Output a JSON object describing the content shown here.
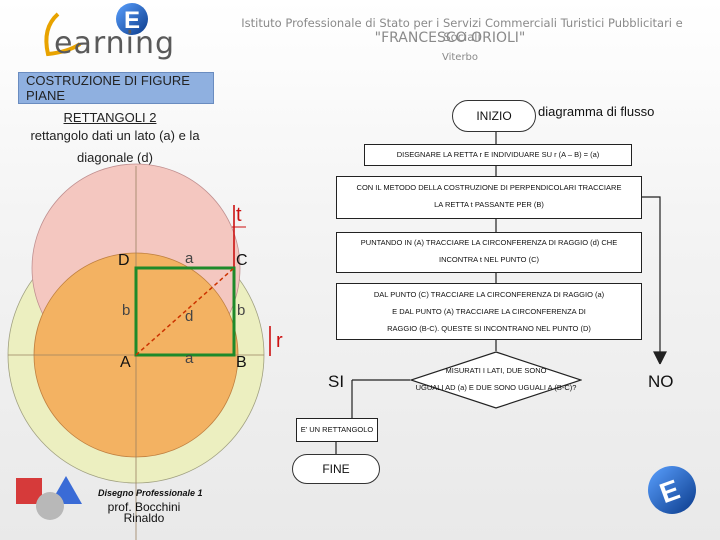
{
  "header": {
    "logo_word": "earning",
    "institute_line1": "Istituto Professionale di Stato per i Servizi Commerciali Turistici Pubblicitari e Sociali",
    "institute_name": "\"FRANCESCO ORIOLI\"",
    "institute_city": "Viterbo"
  },
  "lesson": {
    "title_line1": "COSTRUZIONE DI FIGURE",
    "title_line2": "PIANE",
    "subtitle": "RETTANGOLI 2",
    "desc_line1": "rettangolo dati un lato (a) e la",
    "desc_line2": "diagonale (d)"
  },
  "figure": {
    "label_t": "t",
    "label_r": "r",
    "label_D": "D",
    "label_C": "C",
    "label_A": "A",
    "label_B": "B",
    "label_a_top": "a",
    "label_a_bottom": "a",
    "label_b_left": "b",
    "label_b_right": "b",
    "label_d": "d"
  },
  "flowchart": {
    "title": "diagramma di flusso",
    "start": "INIZIO",
    "step1": "DISEGNARE LA RETTA r E INDIVIDUARE SU r (A – B) = (a)",
    "step2_line1": "CON IL METODO DELLA COSTRUZIONE DI PERPENDICOLARI TRACCIARE",
    "step2_line2": "LA RETTA t PASSANTE PER (B)",
    "step3_line1": "PUNTANDO IN (A) TRACCIARE LA CIRCONFERENZA DI RAGGIO (d) CHE",
    "step3_line2": "INCONTRA t NEL PUNTO (C)",
    "step4_line1": "DAL PUNTO (C) TRACCIARE LA CIRCONFERENZA DI RAGGIO (a)",
    "step4_line2": "E DAL PUNTO (A) TRACCIARE LA CIRCONFERENZA DI",
    "step4_line3": "RAGGIO (B-C). QUESTE SI INCONTRANO NEL PUNTO (D)",
    "decision_line1": "MISURATI I LATI, DUE SONO",
    "decision_line2": "UGUALI AD (a) E DUE SONO UGUALI A (B-C)?",
    "yes": "SI",
    "no": "NO",
    "result": "E' UN RETTANGOLO",
    "end": "FINE"
  },
  "footer": {
    "course": "Disegno Professionale 1",
    "author_line1": "prof. Bocchini",
    "author_line2": "Rinaldo"
  },
  "colors": {
    "outer_circle": "#ecefc0",
    "pink_circle": "#f4c7c0",
    "orange_circle": "#f3b262",
    "rectangle": "#1e8a2a",
    "red_lines": "#cc1111"
  }
}
